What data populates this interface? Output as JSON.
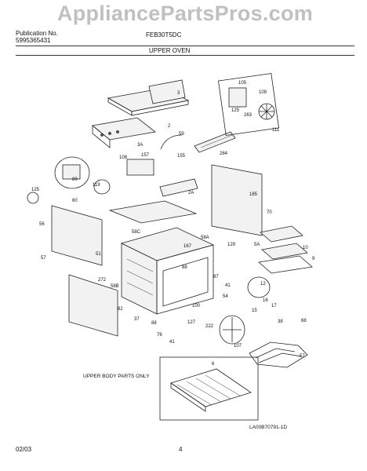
{
  "watermark": "AppliancePartsPros.com",
  "header": {
    "publication_label": "Publication No.",
    "publication_number": "5995365431",
    "model": "FEB30T5DC",
    "section_title": "UPPER OVEN"
  },
  "footer": {
    "date": "02/03",
    "page_number": "4"
  },
  "diagram": {
    "note": "UPPER BODY PARTS ONLY",
    "drawing_id": "LA00B70791-1D",
    "part_labels": [
      "3",
      "2",
      "3A",
      "59",
      "108",
      "157",
      "155",
      "284",
      "105",
      "109",
      "263",
      "111",
      "125",
      "2A",
      "185",
      "70",
      "89",
      "119",
      "60",
      "125",
      "56",
      "57",
      "51",
      "272",
      "58C",
      "58A",
      "167",
      "88",
      "58B",
      "87",
      "129",
      "5A",
      "10",
      "9",
      "12",
      "41",
      "54",
      "16",
      "15",
      "17",
      "82",
      "100",
      "37",
      "88",
      "127",
      "222",
      "38",
      "76",
      "41",
      "107",
      "68",
      "6",
      "57"
    ]
  }
}
